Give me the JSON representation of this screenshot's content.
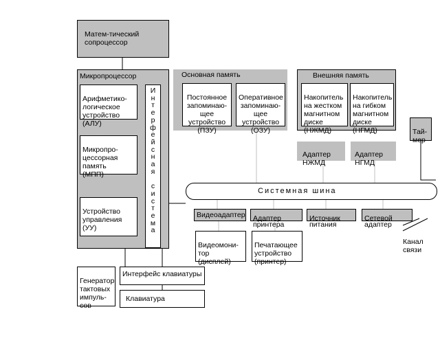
{
  "math_coprocessor": "Матем-тический\nсопроцессор",
  "microprocessor": {
    "title": "Микропроцессор",
    "alu": "Арифметико-\nлогическое\nустройство\n(АЛУ)",
    "mpp": "Микропро-\nцессорная\nпамять\n(МПП)",
    "uu": "Устройство\nуправления\n(УУ)",
    "interface": "И\nн\nт\nе\nр\nф\nе\nй\nс\nн\nа\nя\n\nс\nи\nс\nт\nе\nм\nа"
  },
  "main_memory": {
    "title": "Основная  память",
    "rom": "Постоянное\nзапоминаю-\nщее\nустройство\n(ПЗУ)",
    "ram": "Оперативное\nзапоминаю-\nщее устройство\n(ОЗУ)"
  },
  "external_memory": {
    "title": "Внешняя  память",
    "hdd": "Накопитель\nна жестком\nмагнитном\nдиске\n(НЖМД)",
    "fdd": "Накопитель\nна гибком\nмагнитном\nдиске\n(НГМД)"
  },
  "hdd_adapter": "Адаптер\nНЖМД",
  "fdd_adapter": "Адаптер\nНГМД",
  "timer": "Тай-\nмер",
  "system_bus": "Системная шина",
  "video_adapter": "Видеоадаптер",
  "printer_adapter": "Адаптер\nпринтера",
  "power_supply": "Источник\nпитания",
  "network_adapter": "Сетевой\nадаптер",
  "monitor": "Видеомони-\nтор\n(дисплей)",
  "printer": "Печатающее\nустройство\n(принтер)",
  "comm_channel": "Канал\nсвязи",
  "clock_generator": "Генератор\nтактовых\nимпуль-\nсов",
  "keyboard_interface": "Интерфейс клавиатуры",
  "keyboard": "Клавиатура"
}
